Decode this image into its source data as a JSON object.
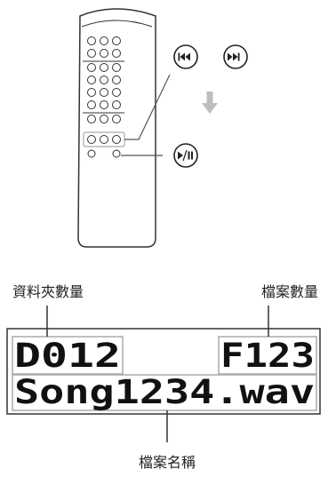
{
  "remote": {
    "buttons": {
      "prev": "⏮",
      "next": "⏭",
      "play_pause": "⏯"
    }
  },
  "display": {
    "folder_count_label": "資料夾數量",
    "file_count_label": "檔案數量",
    "file_name_label": "檔案名稱",
    "folder_value": "D012",
    "file_value": "F123",
    "file_name_value": "Song1234.wav"
  }
}
